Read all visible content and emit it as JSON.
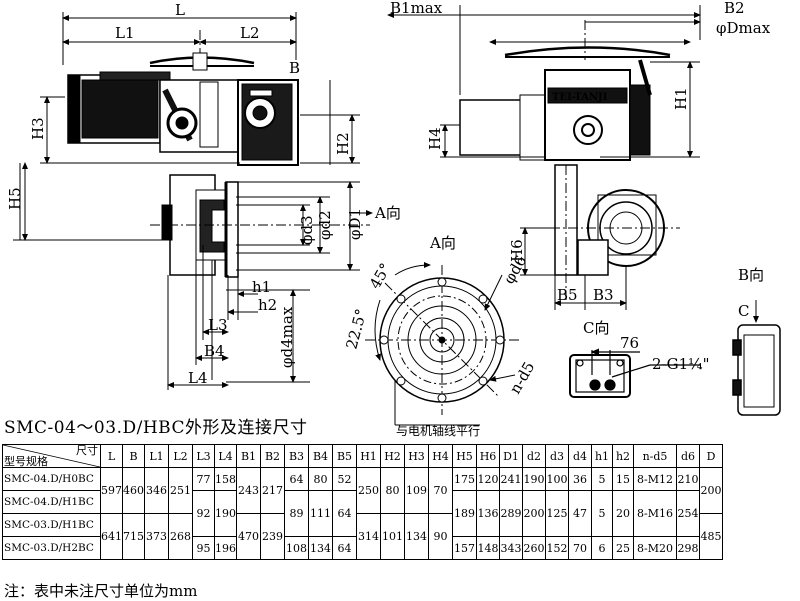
{
  "drawing": {
    "main_dims": [
      "L",
      "L1",
      "L2",
      "B",
      "H3",
      "H2",
      "H5",
      "φd3",
      "φd2",
      "φD1",
      "h1",
      "h2",
      "L3",
      "B4",
      "L4",
      "φd4max"
    ],
    "a_arrow": "A向",
    "right_dims": [
      "B1max",
      "B2",
      "φDmax",
      "H1",
      "H4",
      "H6",
      "B5",
      "B3"
    ],
    "brand": "TEI-TANJI",
    "view_a": {
      "title": "A向",
      "dims": [
        "φd6",
        "n-d5",
        "45°",
        "22.5°"
      ],
      "note": "与电机轴线平行"
    },
    "view_c": {
      "title": "C向",
      "dims": [
        "76",
        "2-G1¼\""
      ]
    },
    "view_b": {
      "title": "B向",
      "label_c": "C"
    }
  },
  "caption": "SMC-04～03.D/HBC外形及连接尺寸",
  "table": {
    "corner_top": "尺寸",
    "corner_bottom": "型号规格",
    "columns": [
      "L",
      "B",
      "L1",
      "L2",
      "L3",
      "L4",
      "B1",
      "B2",
      "B3",
      "B4",
      "B5",
      "H1",
      "H2",
      "H3",
      "H4",
      "H5",
      "H6",
      "D1",
      "d2",
      "d3",
      "d4",
      "h1",
      "h2",
      "n-d5",
      "d6",
      "D"
    ],
    "models": [
      "SMC-04.D/H0BC",
      "SMC-04.D/H1BC",
      "SMC-03.D/H1BC",
      "SMC-03.D/H2BC"
    ],
    "merged": {
      "L": "597",
      "B": "460",
      "L1": "346",
      "L2": "251",
      "L_2": "641",
      "B_2": "715",
      "L1_2": "373",
      "L2_2": "268",
      "B1": "243",
      "B2": "217",
      "B1_2": "470",
      "B2_2": "239",
      "H1": "250",
      "H2": "80",
      "H3": "109",
      "H4": "70",
      "H1_2": "314",
      "H2_2": "101",
      "H3_2": "134",
      "H4_2": "90",
      "D": "200",
      "D_2": "485"
    },
    "rows": [
      {
        "L3": "77",
        "L4": "158",
        "B3": "64",
        "B4": "80",
        "B5": "52",
        "H5": "175",
        "H6": "120",
        "D1": "241",
        "d2": "190",
        "d3": "100",
        "d4": "36",
        "h1": "5",
        "h2": "15",
        "nd5": "8-M12",
        "d6": "210"
      },
      {
        "L3": "92",
        "L4": "190",
        "B3": "89",
        "B4": "111",
        "B5": "64",
        "H5": "189",
        "H6": "136",
        "D1": "289",
        "d2": "200",
        "d3": "125",
        "d4": "47",
        "h1": "5",
        "h2": "20",
        "nd5": "8-M16",
        "d6": "254"
      },
      {
        "L3": "95",
        "L4": "196",
        "B3": "108",
        "B4": "134",
        "B5": "64",
        "H5": "157",
        "H6": "148",
        "D1": "343",
        "d2": "260",
        "d3": "152",
        "d4": "70",
        "h1": "6",
        "h2": "25",
        "nd5": "8-M20",
        "d6": "298"
      }
    ]
  },
  "note": "注：表中未注尺寸单位为mm"
}
